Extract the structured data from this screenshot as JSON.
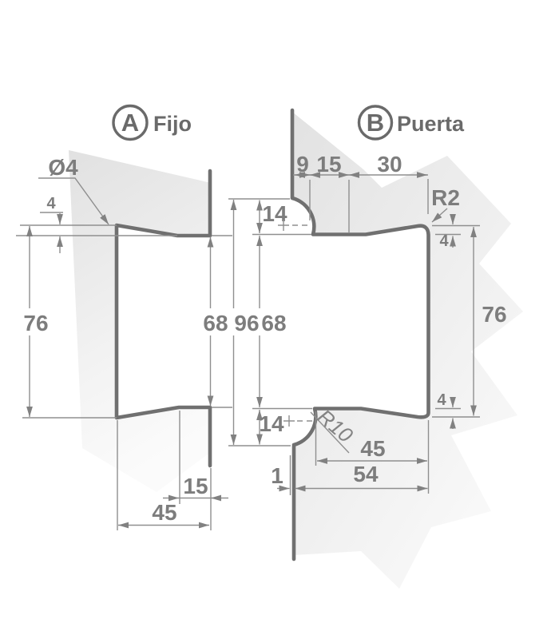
{
  "drawing": {
    "views": [
      {
        "badge": "A",
        "title": "Fijo",
        "labels": {
          "diameter": "Ø4",
          "edge_offset": "4",
          "outer_height": "76",
          "inner_height": "68",
          "inner_depth": "15",
          "outer_depth": "45"
        }
      },
      {
        "badge": "B",
        "title": "Puerta",
        "labels": {
          "seg_9": "9",
          "seg_15": "15",
          "seg_30": "30",
          "radius_top": "R2",
          "offset_top": "14",
          "total_height": "96",
          "inner_height": "68",
          "outer_height": "76",
          "taper_top": "4",
          "taper_bottom": "4",
          "offset_bottom": "14",
          "radius_bottom": "R10",
          "inner_depth": "45",
          "outer_depth": "54",
          "edge_step": "1"
        }
      }
    ],
    "colors": {
      "profile_line": "#707070",
      "dimension_line": "#8f8f8f",
      "text": "#7d7d7d",
      "shading": "#e3e3e3"
    }
  }
}
